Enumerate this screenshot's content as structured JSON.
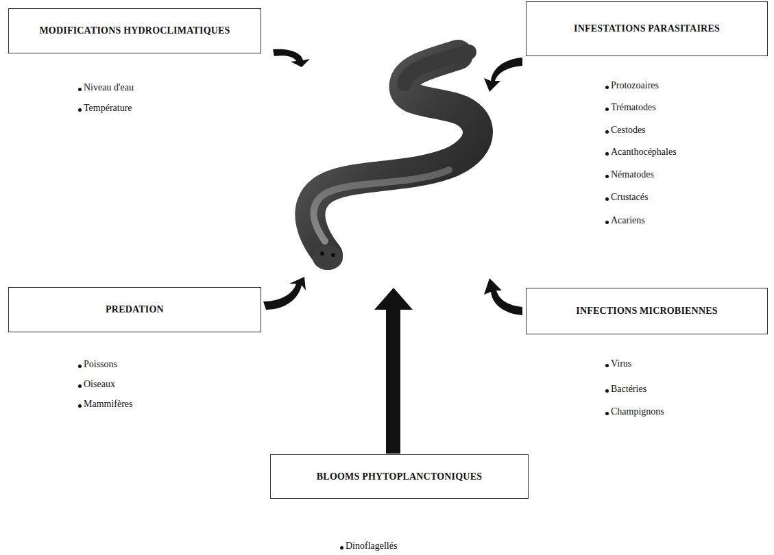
{
  "diagram": {
    "nodes": [
      {
        "text": [
          "MODIFICATIONS HYDROCLIMATIQUES"
        ]
      },
      {
        "text": [
          "INFESTATIONS PARASITAIRES"
        ]
      },
      {
        "text": [
          "PREDATION"
        ]
      },
      {
        "text": [
          "INFECTIONS MICROBIENNES"
        ]
      },
      {
        "text": [
          "BLOOMS PHYTOPLANCTONIQUES"
        ]
      }
    ],
    "labels": [
      "Niveau d'eau",
      "Température",
      "Protozoaires",
      "Trématodes",
      "Cestodes",
      "Acanthocéphales",
      "Nématodes",
      "Crustacés",
      "Acariens",
      "Poissons",
      "Oiseaux",
      "Mammifères",
      "Virus",
      "Bactéries",
      "Champignons",
      "Dinoflagellés"
    ]
  }
}
